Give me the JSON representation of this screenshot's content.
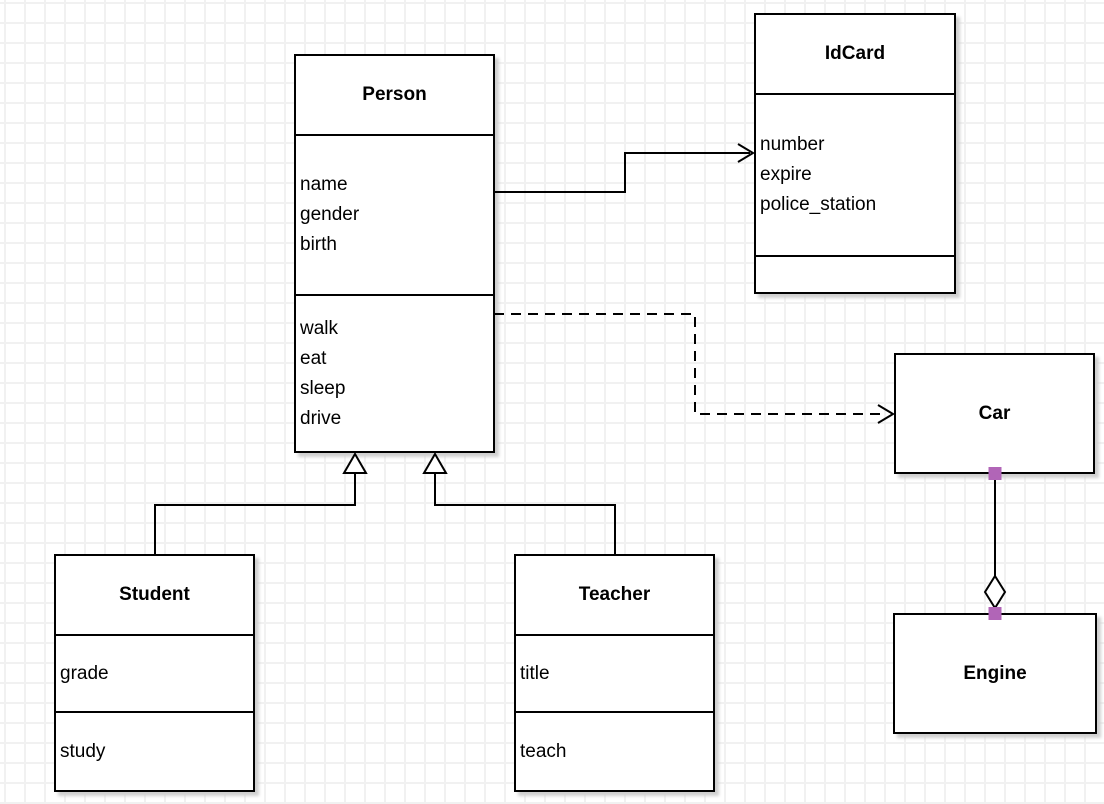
{
  "diagram": {
    "type": "uml-class-diagram",
    "classes": [
      {
        "name": "Person",
        "attributes": [
          "name",
          "gender",
          "birth"
        ],
        "methods": [
          "walk",
          "eat",
          "sleep",
          "drive"
        ]
      },
      {
        "name": "IdCard",
        "attributes": [
          "number",
          "expire",
          "police_station"
        ],
        "methods": []
      },
      {
        "name": "Car",
        "attributes": [],
        "methods": []
      },
      {
        "name": "Engine",
        "attributes": [],
        "methods": []
      },
      {
        "name": "Student",
        "attributes": [
          "grade"
        ],
        "methods": [
          "study"
        ]
      },
      {
        "name": "Teacher",
        "attributes": [
          "title"
        ],
        "methods": [
          "teach"
        ]
      }
    ],
    "connectors": [
      {
        "from": "Person",
        "to": "IdCard",
        "type": "association",
        "line": "solid",
        "arrow": "open-arrow"
      },
      {
        "from": "Person",
        "to": "Car",
        "type": "dependency",
        "line": "dashed",
        "arrow": "open-arrow"
      },
      {
        "from": "Student",
        "to": "Person",
        "type": "generalization",
        "line": "solid",
        "arrow": "hollow-triangle"
      },
      {
        "from": "Teacher",
        "to": "Person",
        "type": "generalization",
        "line": "solid",
        "arrow": "hollow-triangle"
      },
      {
        "from": "Car",
        "to": "Engine",
        "type": "aggregation",
        "line": "solid",
        "arrow": "hollow-diamond"
      }
    ],
    "colors": {
      "connection_point": "#b165b7",
      "stroke": "#000000",
      "shadow": "#d0d0d0",
      "grid_line": "#f1f1f1",
      "background": "#ffffff"
    }
  }
}
